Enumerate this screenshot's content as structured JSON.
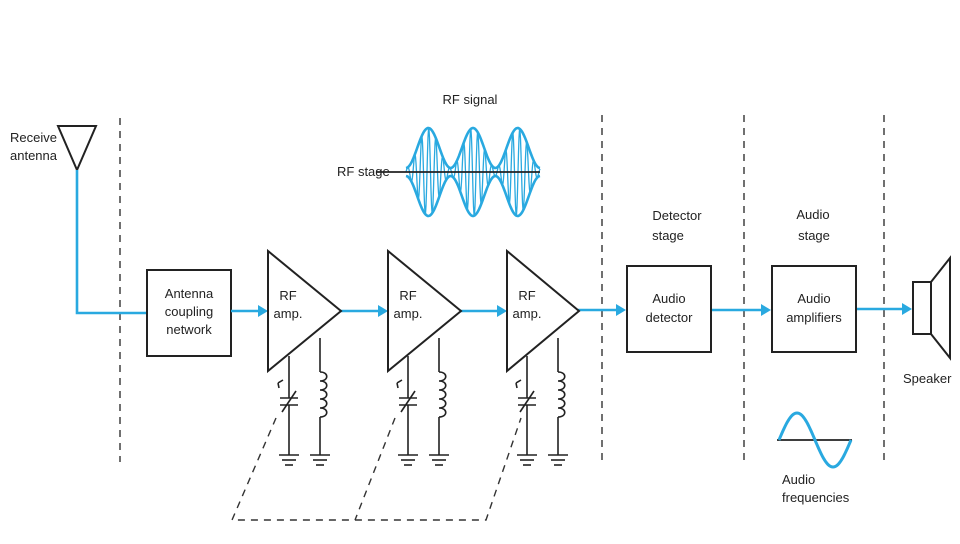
{
  "labels": {
    "antenna_line1": "Receive",
    "antenna_line2": "antenna",
    "rf_signal": "RF signal",
    "rf_stage": "RF stage",
    "detector_stage_line1": "Detector",
    "detector_stage_line2": "stage",
    "audio_stage_line1": "Audio",
    "audio_stage_line2": "stage",
    "speaker": "Speaker",
    "audio_freq_line1": "Audio",
    "audio_freq_line2": "frequencies"
  },
  "blocks": {
    "antenna_coupling": [
      "Antenna",
      "coupling",
      "network"
    ],
    "rf_amp_1": [
      "RF",
      "amp."
    ],
    "rf_amp_2": [
      "RF",
      "amp."
    ],
    "rf_amp_3": [
      "RF",
      "amp."
    ],
    "audio_detector": [
      "Audio",
      "detector"
    ],
    "audio_amplifiers": [
      "Audio",
      "amplifiers"
    ]
  },
  "colors": {
    "signal": "#29a9e0",
    "ink": "#222222"
  }
}
